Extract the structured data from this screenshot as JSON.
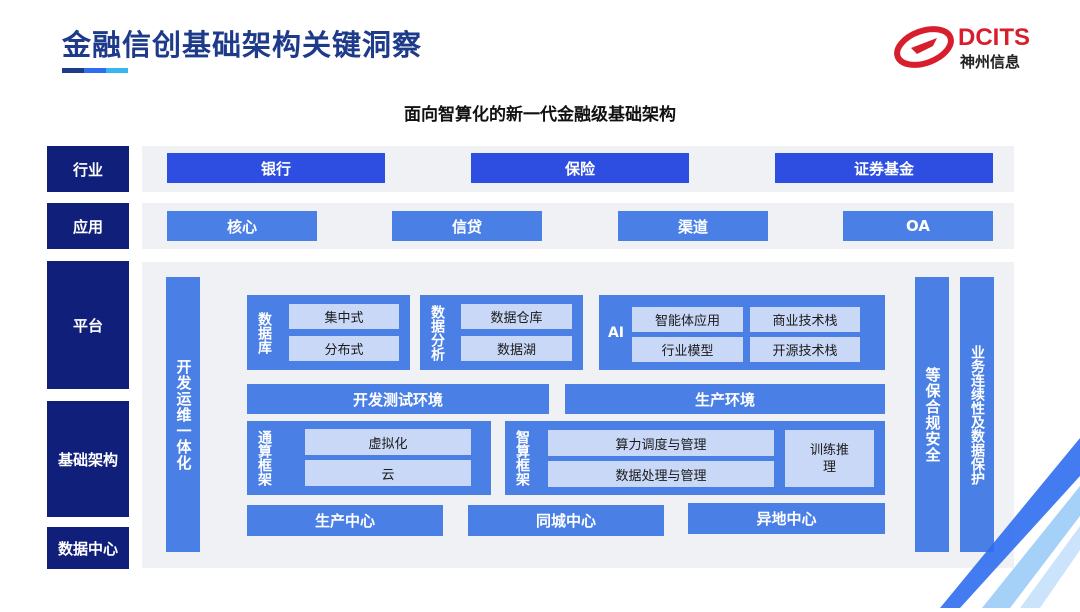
{
  "header": {
    "title": "金融信创基础架构关键洞察",
    "accent_colors": [
      "#1e3a8a",
      "#2f6df0",
      "#36b6ee"
    ]
  },
  "logo": {
    "brand": "DCITS",
    "sub": "神州信息",
    "color": "#d81e2c"
  },
  "diagram": {
    "subtitle": "面向智算化的新一代金融级基础架构",
    "rows": {
      "industry": {
        "label": "行业",
        "items": [
          "银行",
          "保险",
          "证券基金"
        ]
      },
      "application": {
        "label": "应用",
        "items": [
          "核心",
          "信贷",
          "渠道",
          "OA"
        ]
      },
      "platform": {
        "label": "平台"
      },
      "infrastructure": {
        "label": "基础架构"
      },
      "datacenter": {
        "label": "数据中心"
      }
    },
    "devops": "开发运维一体化",
    "compliance": "等保合规安全",
    "continuity": "业务连续性及数据保护",
    "database": {
      "label": "数据库",
      "items": [
        "集中式",
        "分布式"
      ]
    },
    "data_analysis": {
      "label": "数据分析",
      "items": [
        "数据仓库",
        "数据湖"
      ]
    },
    "ai": {
      "label": "AI",
      "items": [
        "智能体应用",
        "商业技术栈",
        "行业模型",
        "开源技术栈"
      ]
    },
    "environments": [
      "开发测试环境",
      "生产环境"
    ],
    "general_compute": {
      "label": "通算框架",
      "items": [
        "虚拟化",
        "云"
      ]
    },
    "intelligent_compute": {
      "label": "智算框架",
      "items": [
        "算力调度与管理",
        "数据处理与管理"
      ],
      "side": "训练推理"
    },
    "datacenters": [
      "生产中心",
      "同城中心",
      "异地中心"
    ]
  },
  "colors": {
    "navy": "#0f1f7a",
    "royal": "#2d4ee0",
    "medium": "#4a7fe6",
    "light": "#c9d8f6",
    "band": "#f0f1f5"
  }
}
